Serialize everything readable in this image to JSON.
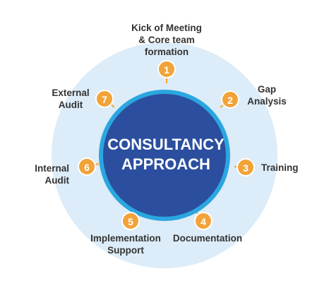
{
  "center": {
    "title_line1": "CONSULTANCY",
    "title_line2": "APPROACH"
  },
  "steps": [
    {
      "number": "1",
      "label_lines": [
        "Kick of Meeting",
        "& Core team",
        "formation"
      ]
    },
    {
      "number": "2",
      "label_lines": [
        "Gap",
        "Analysis"
      ]
    },
    {
      "number": "3",
      "label_lines": [
        "Training"
      ]
    },
    {
      "number": "4",
      "label_lines": [
        "Documentation"
      ]
    },
    {
      "number": "5",
      "label_lines": [
        "Implementation",
        "Support"
      ]
    },
    {
      "number": "6",
      "label_lines": [
        "Internal",
        "Audit"
      ]
    },
    {
      "number": "7",
      "label_lines": [
        "External",
        "Audit"
      ]
    }
  ],
  "colors": {
    "outer_ring": "#dcecf8",
    "core": "#2b4e9e",
    "core_border": "#2aa6e0",
    "step_badge": "#f2a338",
    "label_text": "#333333"
  }
}
